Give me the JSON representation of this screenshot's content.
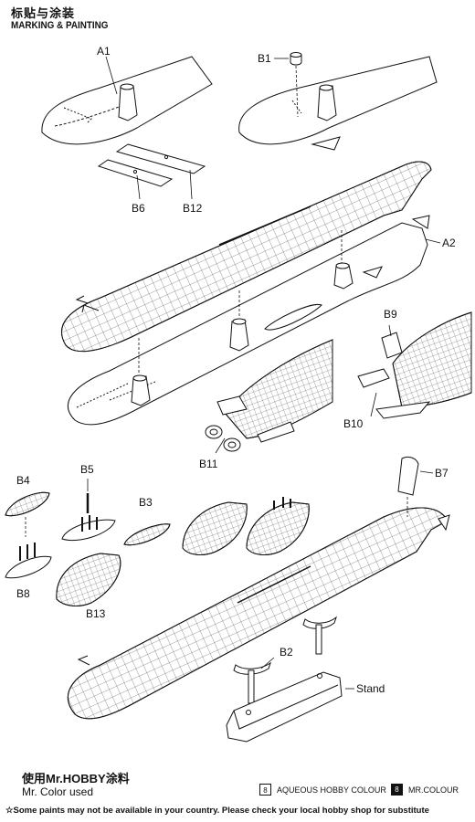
{
  "header": {
    "title_cn": "标贴与涂装",
    "title_en": "MARKING & PAINTING"
  },
  "parts": {
    "a1": "A1",
    "a2": "A2",
    "b1": "B1",
    "b2": "B2",
    "b3": "B3",
    "b4": "B4",
    "b5": "B5",
    "b6": "B6",
    "b7": "B7",
    "b8": "B8",
    "b9": "B9",
    "b10": "B10",
    "b11": "B11",
    "b12": "B12",
    "b13": "B13",
    "stand": "Stand"
  },
  "footer": {
    "paint_cn": "使用Mr.HOBBY涂料",
    "paint_en": "Mr. Color used",
    "legend_aqueous_number": "8",
    "legend_aqueous_label": "AQUEOUS HOBBY COLOUR",
    "legend_mrcolor_number": "8",
    "legend_mrcolor_label": "MR.COLOUR",
    "note": "☆Some paints may not be available in your country. Please check your local hobby shop for substitute"
  }
}
